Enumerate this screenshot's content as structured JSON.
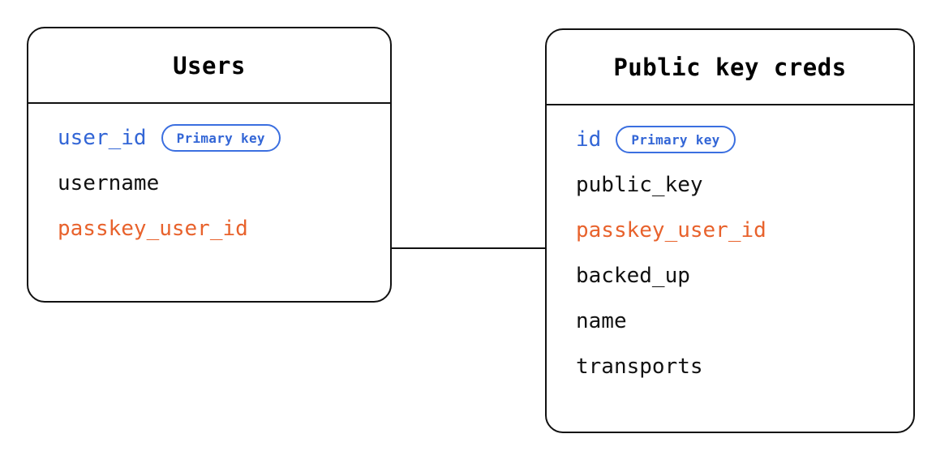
{
  "diagram": {
    "type": "entity-relationship-diagram",
    "background_color": "#ffffff",
    "colors": {
      "border": "#111111",
      "primary_key_text": "#3366d6",
      "primary_key_badge_border": "#3b6fe0",
      "foreign_key_text": "#e8622c",
      "normal_text": "#111111",
      "connector": "#111111"
    },
    "entities": [
      {
        "id": "users",
        "title": "Users",
        "fields": [
          {
            "name": "user_id",
            "kind": "pk",
            "badge": "Primary key"
          },
          {
            "name": "username",
            "kind": "plain",
            "badge": null
          },
          {
            "name": "passkey_user_id",
            "kind": "fk",
            "badge": null
          }
        ]
      },
      {
        "id": "public_key_creds",
        "title": "Public key creds",
        "fields": [
          {
            "name": "id",
            "kind": "pk",
            "badge": "Primary key"
          },
          {
            "name": "public_key",
            "kind": "plain",
            "badge": null
          },
          {
            "name": "passkey_user_id",
            "kind": "fk",
            "badge": null
          },
          {
            "name": "backed_up",
            "kind": "plain",
            "badge": null
          },
          {
            "name": "name",
            "kind": "plain",
            "badge": null
          },
          {
            "name": "transports",
            "kind": "plain",
            "badge": null
          }
        ]
      }
    ],
    "relationships": [
      {
        "from_entity": "users",
        "from_field": "passkey_user_id",
        "to_entity": "public_key_creds",
        "to_field": "passkey_user_id",
        "style": "plain-line"
      }
    ]
  }
}
